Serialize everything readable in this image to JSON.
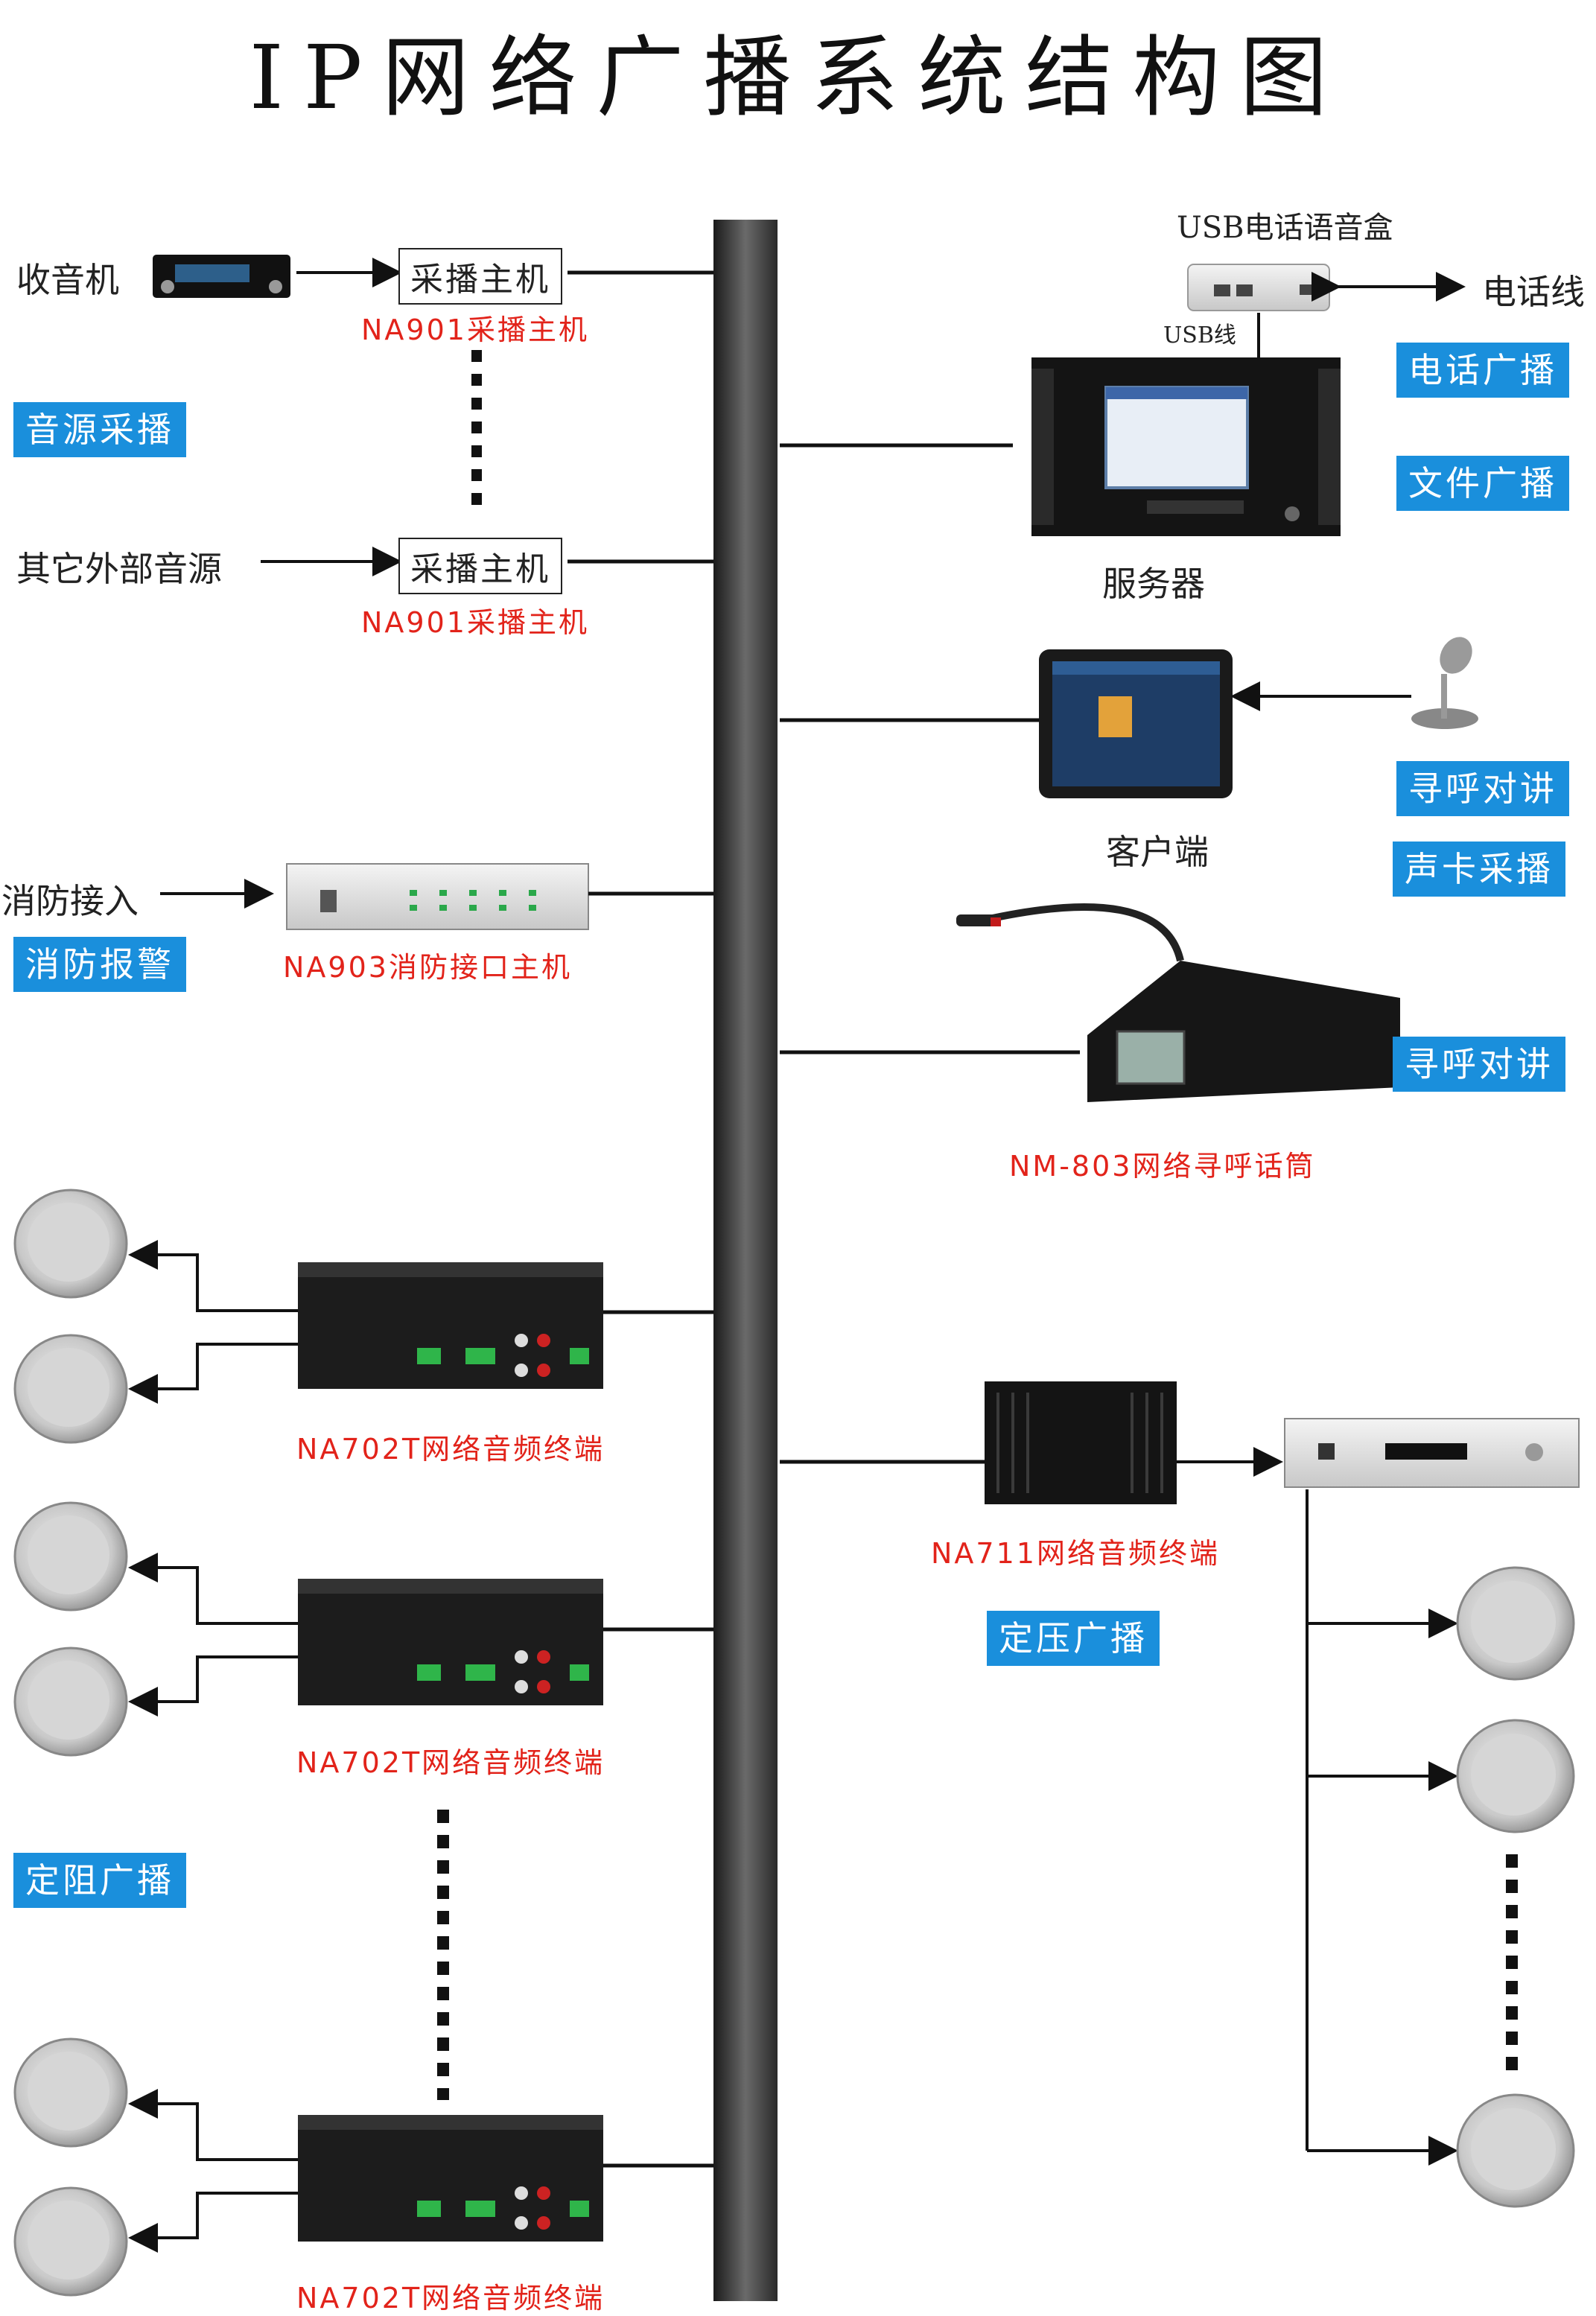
{
  "title": "IP网络广播系统结构图",
  "left": {
    "radio": "收音机",
    "capture_box_1": "采播主机",
    "capture_model_1": "NA901采播主机",
    "source_badge": "音源采播",
    "other_source": "其它外部音源",
    "capture_box_2": "采播主机",
    "capture_model_2": "NA901采播主机",
    "fire_input": "消防接入",
    "fire_badge": "消防报警",
    "fire_model": "NA903消防接口主机",
    "terminal_1": "NA702T网络音频终端",
    "terminal_2": "NA702T网络音频终端",
    "fixed_res_badge": "定阻广播",
    "terminal_3": "NA702T网络音频终端"
  },
  "right": {
    "usb_box": "USB电话语音盒",
    "phone_line": "电话线",
    "usb_line": "USB线",
    "phone_badge": "电话广播",
    "file_badge": "文件广播",
    "server": "服务器",
    "client": "客户端",
    "intercom_badge_1": "寻呼对讲",
    "soundcard_badge": "声卡采播",
    "intercom_badge_2": "寻呼对讲",
    "mic_model": "NM-803网络寻呼话筒",
    "na711_model": "NA711网络音频终端",
    "const_v_badge": "定压广播"
  },
  "colors": {
    "badge": "#1a8fdc",
    "red_text": "#e2231a",
    "backbone": "#3a3a3a"
  },
  "icons": [
    "radio-icon",
    "capture-host-icon",
    "fire-host-icon",
    "server-icon",
    "usb-box-icon",
    "tablet-icon",
    "desk-mic-icon",
    "paging-mic-icon",
    "audio-terminal-icon",
    "na711-icon",
    "amplifier-icon",
    "ceiling-speaker-icon"
  ]
}
